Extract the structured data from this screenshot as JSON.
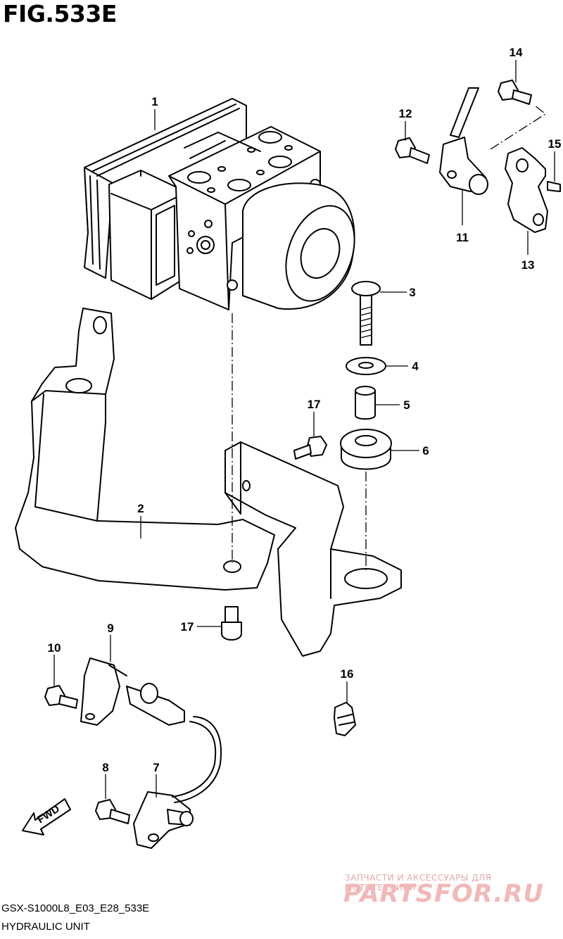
{
  "figure": {
    "title": "FIG.533E",
    "model_code": "GSX-S1000L8_E03_E28_533E",
    "section_name": "HYDRAULIC UNIT"
  },
  "callouts": {
    "c1": "1",
    "c2": "2",
    "c3": "3",
    "c4": "4",
    "c5": "5",
    "c6": "6",
    "c7": "7",
    "c8": "8",
    "c9": "9",
    "c10": "10",
    "c11": "11",
    "c12": "12",
    "c13": "13",
    "c14": "14",
    "c15": "15",
    "c16": "16",
    "c17a": "17",
    "c17b": "17"
  },
  "direction_marker": "FWD",
  "watermark": {
    "tagline": "ЗАПЧАСТИ И АКСЕССУАРЫ ДЛЯ МОТОТЕХНИКИ",
    "logo": "PARTSFOR.RU"
  }
}
